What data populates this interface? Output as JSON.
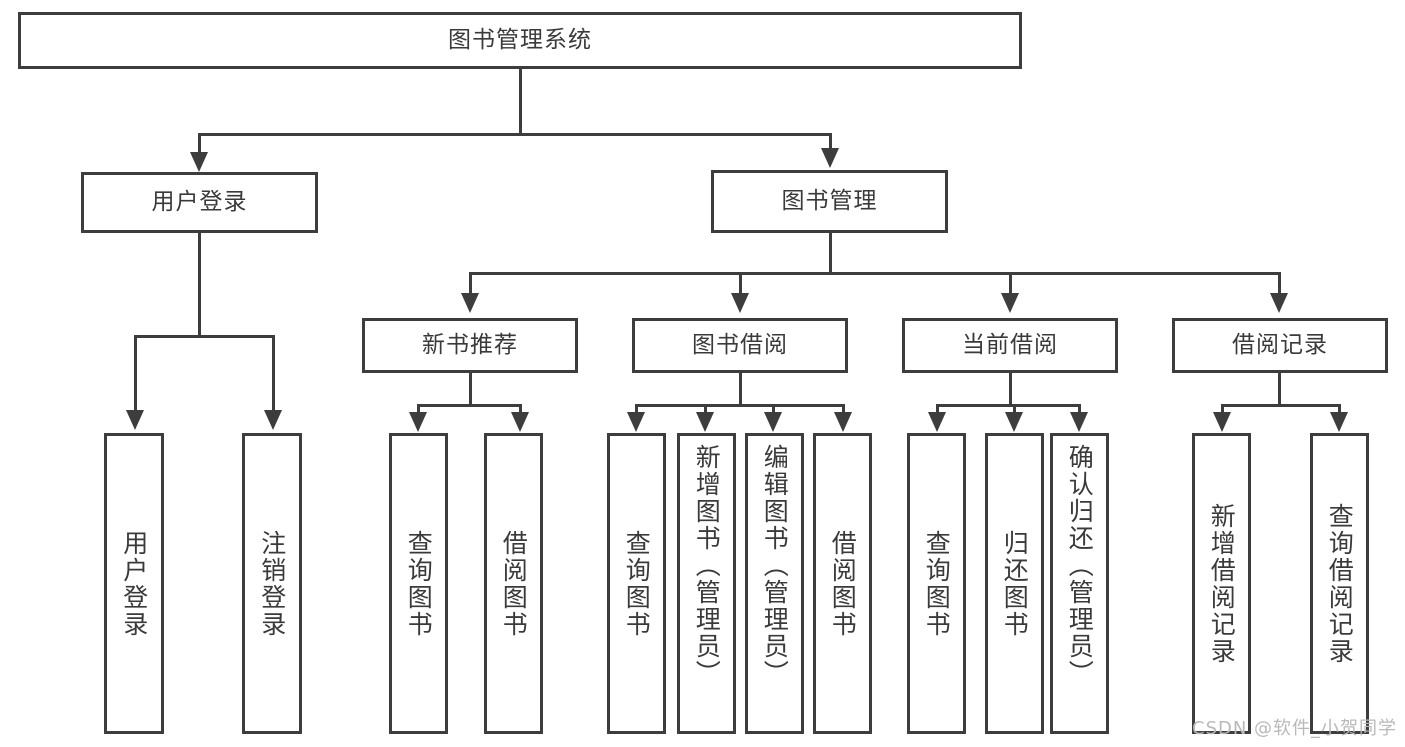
{
  "diagram": {
    "type": "tree-hierarchy",
    "title": "图书管理系统",
    "watermark": "CSDN @软件_小贺同学",
    "colors": {
      "line": "#3d3d3d",
      "box_border": "#3d3d3d",
      "box_fill": "#ffffff",
      "background": "#ffffff",
      "text": "#3a3a3a",
      "watermark": "#b9b9b9"
    },
    "root": {
      "id": "root",
      "label": "图书管理系统"
    },
    "level2": [
      {
        "id": "n-user-login",
        "label": "用户登录"
      },
      {
        "id": "n-book-mgmt",
        "label": "图书管理"
      }
    ],
    "level3": [
      {
        "id": "n-new-book-rec",
        "label": "新书推荐"
      },
      {
        "id": "n-book-borrow",
        "label": "图书借阅"
      },
      {
        "id": "n-current-borrow",
        "label": "当前借阅"
      },
      {
        "id": "n-borrow-record",
        "label": "借阅记录"
      }
    ],
    "leaves": {
      "user_login": [
        {
          "id": "leaf-user-login",
          "label": "用户登录"
        },
        {
          "id": "leaf-logout",
          "label": "注销登录"
        }
      ],
      "new_book_rec": [
        {
          "id": "leaf-query-book-1",
          "label": "查询图书"
        },
        {
          "id": "leaf-borrow-book-1",
          "label": "借阅图书"
        }
      ],
      "book_borrow": [
        {
          "id": "leaf-query-book-2",
          "label": "查询图书"
        },
        {
          "id": "leaf-add-book",
          "label": "新增图书（管理员）"
        },
        {
          "id": "leaf-edit-book",
          "label": "编辑图书（管理员）"
        },
        {
          "id": "leaf-borrow-book-2",
          "label": "借阅图书"
        }
      ],
      "current_borrow": [
        {
          "id": "leaf-query-book-3",
          "label": "查询图书"
        },
        {
          "id": "leaf-return-book",
          "label": "归还图书"
        },
        {
          "id": "leaf-confirm-return",
          "label": "确认归还（管理员）"
        }
      ],
      "borrow_record": [
        {
          "id": "leaf-add-record",
          "label": "新增借阅记录"
        },
        {
          "id": "leaf-query-record",
          "label": "查询借阅记录"
        }
      ]
    }
  }
}
